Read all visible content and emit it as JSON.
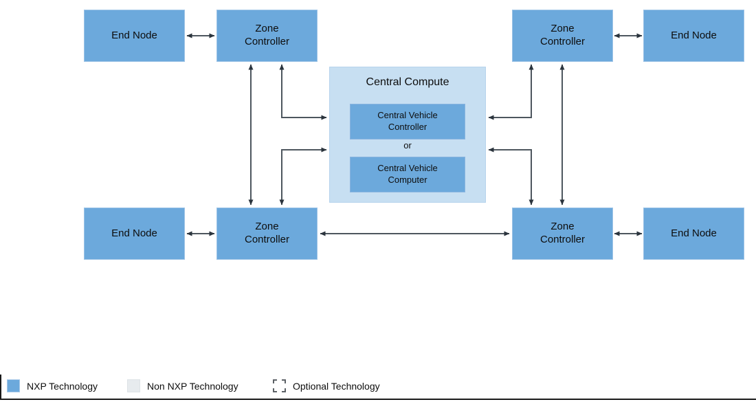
{
  "colors": {
    "nxp_blue": "#6CA9DC",
    "central_bg": "#C7DFF2",
    "non_nxp_gray": "#E7EBEE",
    "connector": "#4D565E",
    "arrowhead": "#2B343D"
  },
  "nodes": [
    {
      "id": "end-node-top-left",
      "label": "End Node"
    },
    {
      "id": "zone-controller-top-left",
      "label": "Zone Controller"
    },
    {
      "id": "zone-controller-top-right",
      "label": "Zone Controller"
    },
    {
      "id": "end-node-top-right",
      "label": "End Node"
    },
    {
      "id": "end-node-bottom-left",
      "label": "End Node"
    },
    {
      "id": "zone-controller-bottom-left",
      "label": "Zone Controller"
    },
    {
      "id": "zone-controller-bottom-right",
      "label": "Zone Controller"
    },
    {
      "id": "end-node-bottom-right",
      "label": "End Node"
    }
  ],
  "central_compute": {
    "title": "Central Compute",
    "option_top": "Central Vehicle Controller",
    "separator": "or",
    "option_bottom": "Central Vehicle Computer"
  },
  "legend": {
    "items": [
      {
        "swatch": "nxp",
        "label": "NXP Technology"
      },
      {
        "swatch": "non-nxp",
        "label": "Non NXP Technology"
      },
      {
        "swatch": "optional",
        "label": "Optional Technology"
      }
    ]
  }
}
